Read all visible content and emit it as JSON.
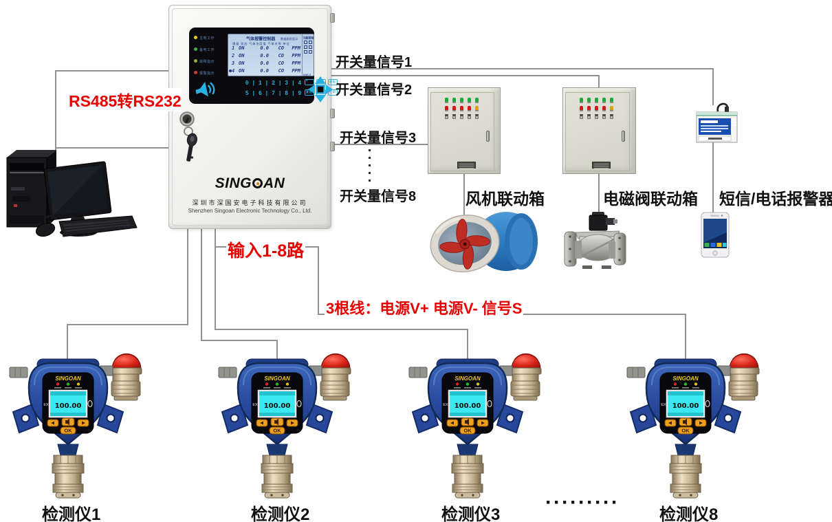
{
  "labels": {
    "rs485": "RS485转RS232",
    "input_1_8": "输入1-8路",
    "three_wires": "3根线：电源V+ 电源V- 信号S",
    "sms_alarm": "短信/电话报警器",
    "fan_box": "风机联动箱",
    "valve_box": "电磁阀联动箱",
    "signals": [
      "开关量信号1",
      "开关量信号2",
      "开关量信号3",
      "开关量信号8"
    ],
    "ellipsis": "·········"
  },
  "controller": {
    "indicators": [
      {
        "label": "主电工作",
        "color": "#e6ce1c"
      },
      {
        "label": "备电工作",
        "color": "#3fae3f"
      },
      {
        "label": "故障指示",
        "color": "#9ab02a"
      },
      {
        "label": "报警指示",
        "color": "#d43a2a"
      }
    ],
    "lcd": {
      "title": "气体报警控制器",
      "title_right": "数据巡检显示",
      "menu_title": "功能菜单",
      "col_header": "通道 状态 气体浓度值 气体名称 单位",
      "rows": [
        {
          "ch": "1",
          "st": "ON",
          "val": "0.0",
          "gas": "CO",
          "unit": "PPM"
        },
        {
          "ch": "2",
          "st": "ON",
          "val": "0.0",
          "gas": "CO",
          "unit": "PPM"
        },
        {
          "ch": "3",
          "st": "ON",
          "val": "0.0",
          "gas": "CO",
          "unit": "PPM"
        },
        {
          "ch": "4",
          "st": "ON",
          "val": "0.0",
          "gas": "CO",
          "unit": "PPM"
        }
      ],
      "menu_value": "888.0"
    },
    "keypad": {
      "row1": "0 | 1 | 2 | 3 | 4",
      "row2": "5 | 6 | 7 | 8 | 9",
      "btns1": [
        "●",
        "消音",
        "退出"
      ],
      "btns2": [
        "复位",
        "确认",
        "打印"
      ]
    },
    "brand_left": "SING",
    "brand_right": "AN",
    "company_cn": "深圳市深国安电子科技有限公司",
    "company_en": "Shenzhen Singoan Electronic Technology Co., Ltd."
  },
  "detector": {
    "brand": "SINGOAN",
    "value": "100.00",
    "ex": "EX",
    "ok": "OK"
  },
  "detectors": [
    {
      "label": "检测仪1"
    },
    {
      "label": "检测仪2"
    },
    {
      "label": "检测仪3"
    },
    {
      "label": "检测仪8"
    }
  ]
}
